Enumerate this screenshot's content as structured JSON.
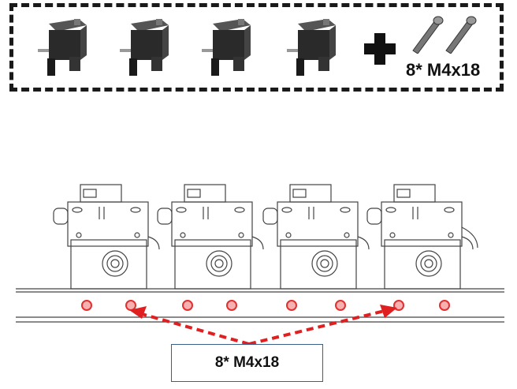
{
  "parts": {
    "extruder_count": 4,
    "extruder_icon": "extruder-motor-icon",
    "plus_icon": "plus-icon",
    "screw_icon": "screw-icon",
    "screw_label": "8* M4x18"
  },
  "assembly": {
    "extruder_count": 4,
    "nut_count": 8,
    "callout_label": "8* M4x18",
    "arrow_color": "#e02020",
    "nut_color": "#e03030"
  }
}
